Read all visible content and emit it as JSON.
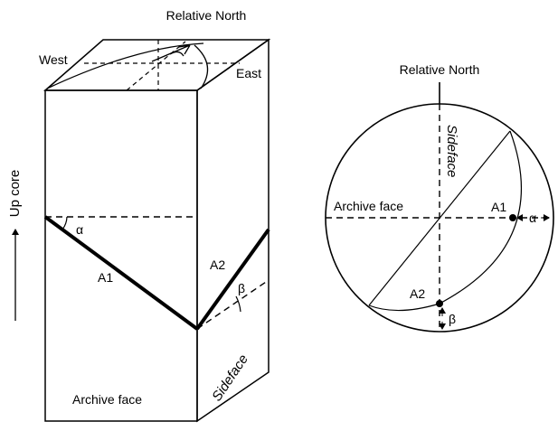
{
  "block": {
    "north_label": "Relative North",
    "west_label": "West",
    "east_label": "East",
    "up_core_label": "Up core",
    "archive_face_label": "Archive face",
    "sideface_label": "Sideface",
    "line_a1_label": "A1",
    "line_a2_label": "A2",
    "alpha_label": "α",
    "beta_label": "β"
  },
  "stereonet": {
    "north_label": "Relative North",
    "archive_face_label": "Archive face",
    "sideface_label": "Sideface",
    "point_a1_label": "A1",
    "point_a2_label": "A2",
    "alpha_label": "α",
    "beta_label": "β"
  }
}
